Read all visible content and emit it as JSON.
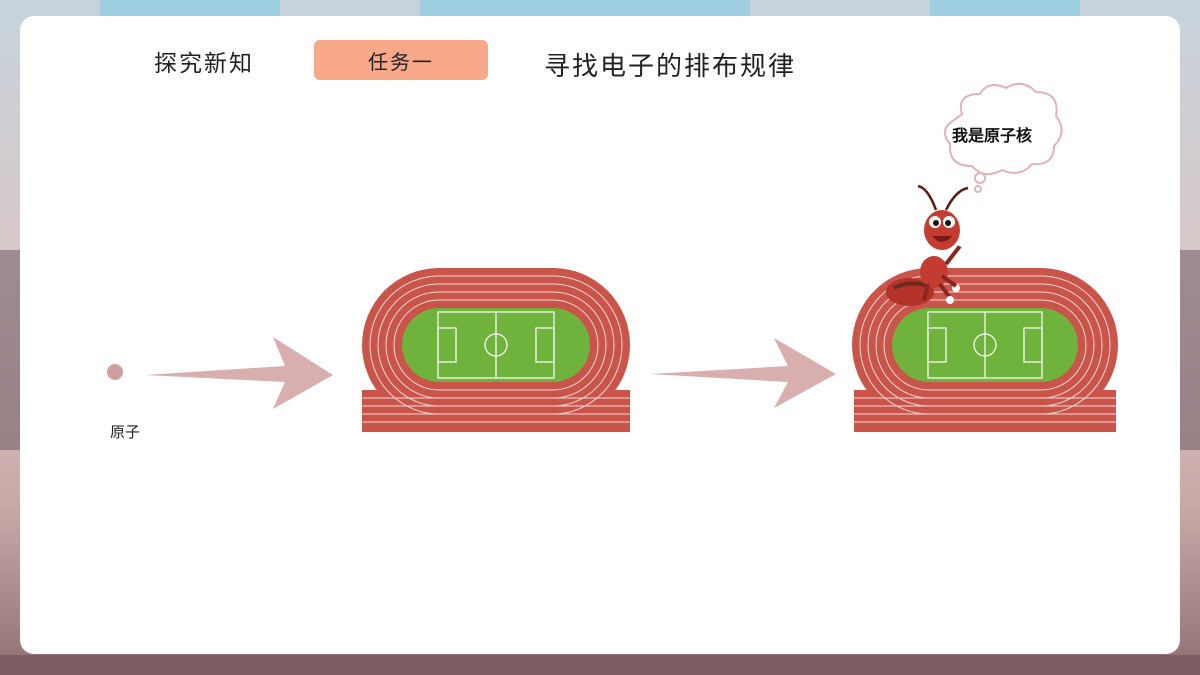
{
  "header": {
    "section_label": "探究新知",
    "task_label": "任务一",
    "title": "寻找电子的排布规律"
  },
  "diagram": {
    "atom_label": "原子",
    "speech_bubble": "我是原子核"
  },
  "colors": {
    "task_button": "#f6a889",
    "track": "#c9554a",
    "field": "#6fb33d",
    "arrow": "#d8aeae"
  },
  "icons": [
    "atom-dot-icon",
    "arrow-right-icon",
    "running-track-icon",
    "ant-mascot-icon",
    "thought-bubble-icon"
  ]
}
